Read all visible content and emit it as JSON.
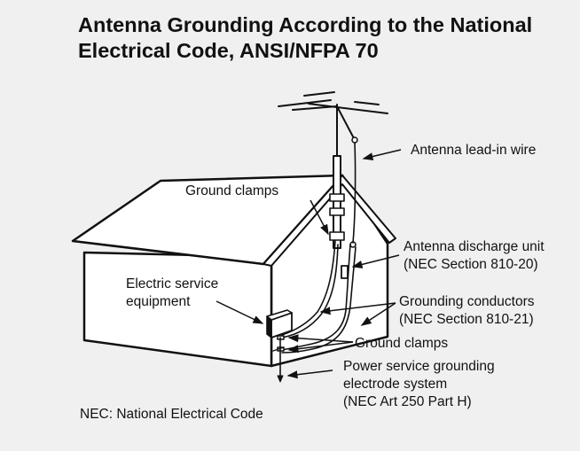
{
  "title": {
    "line1": "Antenna Grounding According to the National",
    "line2": "Electrical Code, ANSI/NFPA 70"
  },
  "labels": {
    "antenna_lead_in": "Antenna lead-in wire",
    "ground_clamps_top": "Ground clamps",
    "discharge_unit_1": "Antenna discharge unit",
    "discharge_unit_2": "(NEC Section 810-20)",
    "electric_service_1": "Electric service",
    "electric_service_2": "equipment",
    "grounding_conductors_1": "Grounding conductors",
    "grounding_conductors_2": "(NEC Section 810-21)",
    "ground_clamps_bottom": "Ground clamps",
    "power_service_1": "Power service grounding",
    "power_service_2": "electrode system",
    "power_service_3": "(NEC Art 250 Part H)"
  },
  "footnote": "NEC: National Electrical Code"
}
